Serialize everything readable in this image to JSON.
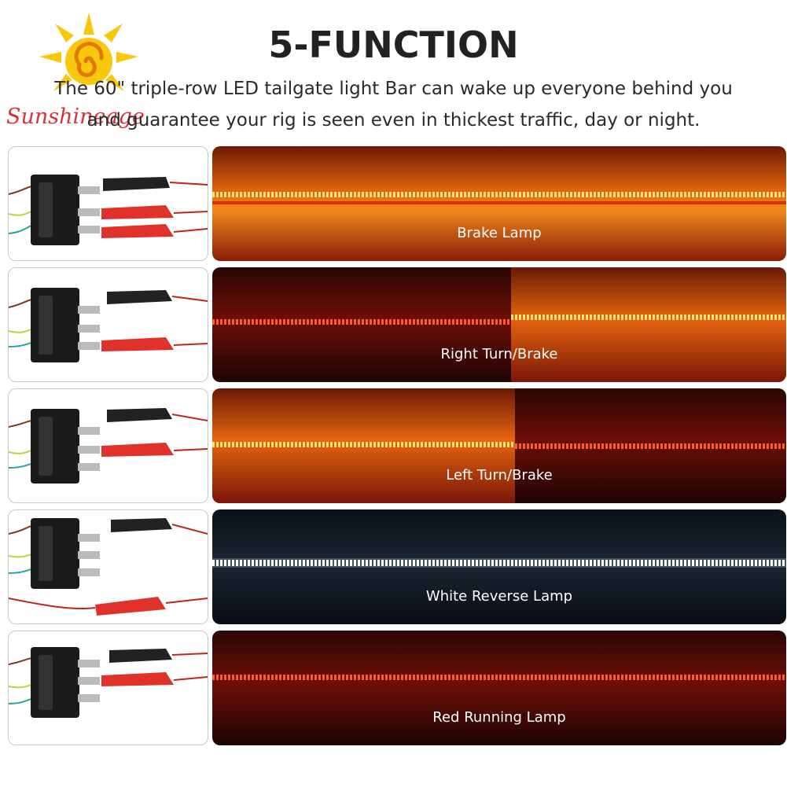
{
  "header": {
    "title": "5-FUNCTION",
    "subtitle_line1": "The 60\" triple-row LED tailgate light Bar can wake up everyone behind you",
    "subtitle_line2": "and guarantee your rig is seen even in thickest traffic, day or night.",
    "watermark": "Sunshineage"
  },
  "functions": [
    {
      "label": "Brake Lamp"
    },
    {
      "label": "Right Turn/Brake"
    },
    {
      "label": "Left Turn/Brake"
    },
    {
      "label": "White Reverse Lamp"
    },
    {
      "label": "Red Running Lamp"
    }
  ],
  "colors": {
    "amber": "#ffb300",
    "red": "#ff2a1a",
    "white": "#ffffff",
    "brand": "#d81e2a"
  },
  "icons": [
    "sun-logo-icon",
    "connector-icon",
    "alligator-clip-icon"
  ]
}
